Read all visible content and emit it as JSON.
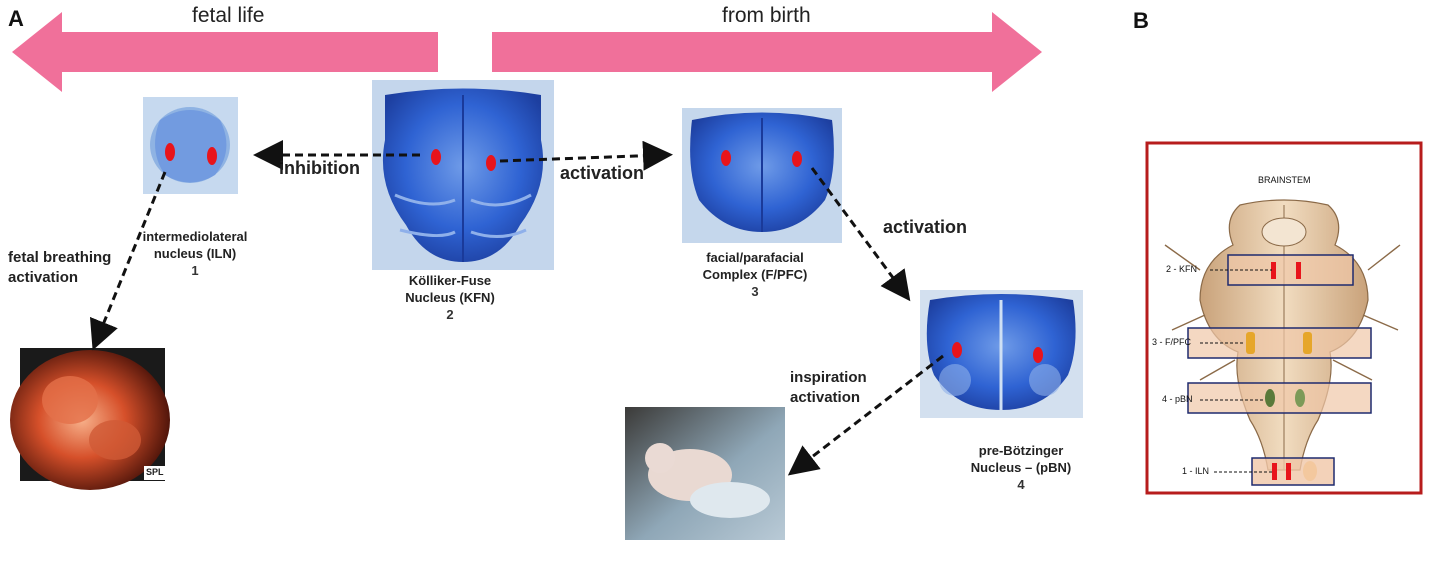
{
  "panels": {
    "a": "A",
    "b": "B"
  },
  "timeline": {
    "left": "fetal life",
    "right": "from birth"
  },
  "arrows": {
    "inhibition": "inhibition",
    "activation_1": "activation",
    "activation_2": "activation",
    "fetal_line1": "fetal breathing",
    "fetal_line2": "activation",
    "insp_line1": "inspiration",
    "insp_line2": "activation"
  },
  "nuclei": {
    "iln": {
      "line1": "intermediolateral",
      "line2": "nucleus (ILN)",
      "num": "1"
    },
    "kfn": {
      "line1": "Kölliker-Fuse",
      "line2": "Nucleus (KFN)",
      "num": "2"
    },
    "fpfc": {
      "line1": "facial/parafacial",
      "line2": "Complex (F/PFC)",
      "num": "3"
    },
    "pbn": {
      "line1": "pre-Bötzinger",
      "line2": "Nucleus – (pBN)",
      "num": "4"
    }
  },
  "fetus_badge": "SPL",
  "brainstem": {
    "title": "BRAINSTEM",
    "markers": [
      "2 - KFN",
      "3 - F/PFC",
      "4 - pBN",
      "1 - ILN"
    ]
  },
  "colors": {
    "timeline": "#f0709a",
    "stain": "#2f63d3",
    "dot": "#e8141b",
    "border": "#b71c1c"
  }
}
